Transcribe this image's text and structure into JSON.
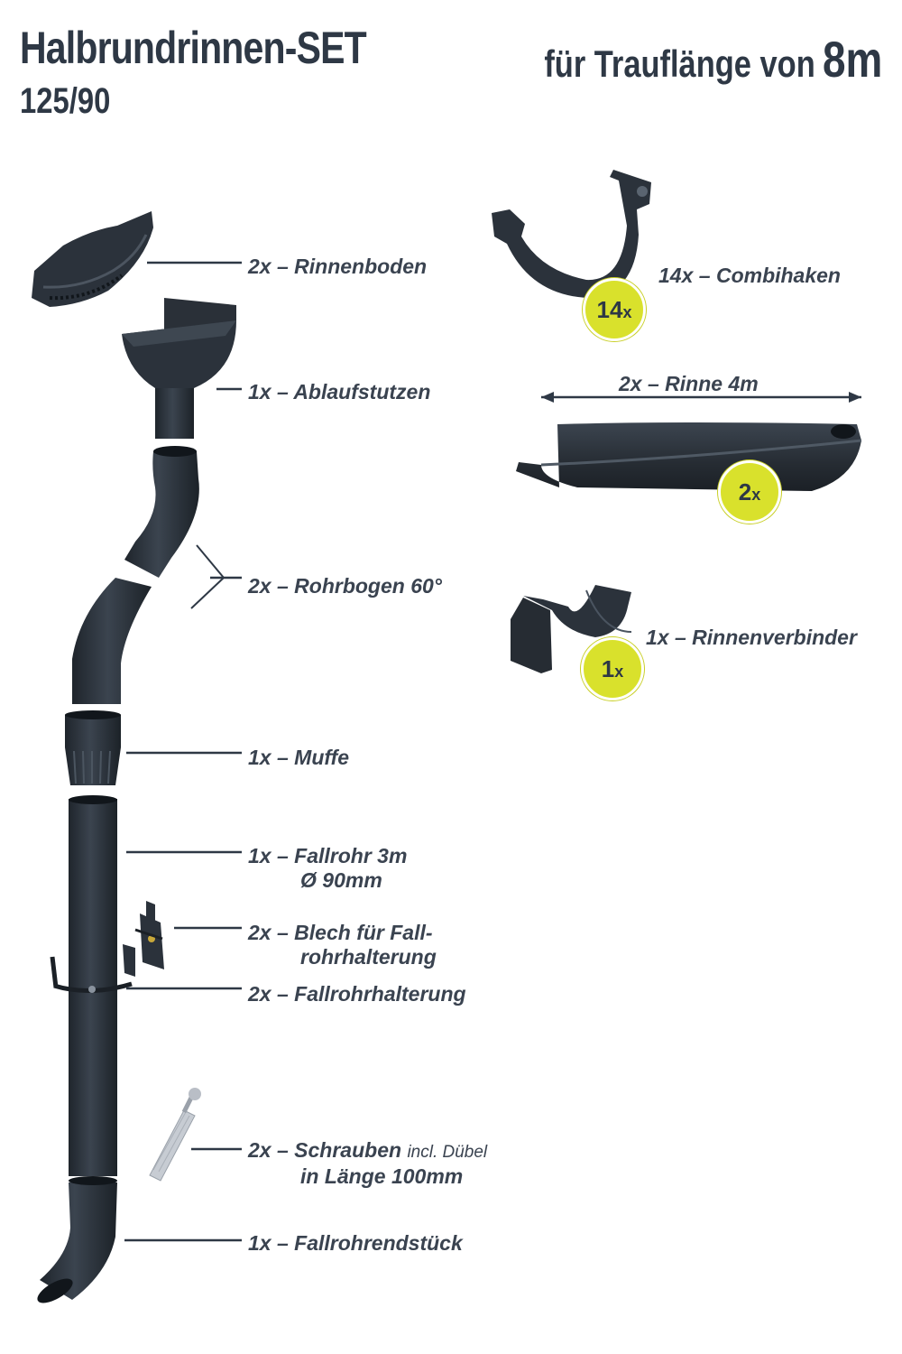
{
  "header": {
    "title": "Halbrundrinnen-SET",
    "subtitle": "125/90",
    "length_prefix": "für Traufläng​e von",
    "length_value": "8m"
  },
  "items": [
    {
      "qty": "2x",
      "name": "Rinnenboden"
    },
    {
      "qty": "1x",
      "name": "Ablaufstutzen"
    },
    {
      "qty": "2x",
      "name": "Rohrbogen 60°"
    },
    {
      "qty": "1x",
      "name": "Muffe"
    },
    {
      "qty": "1x",
      "name": "Fallrohr 3m",
      "line2": "Ø 90mm"
    },
    {
      "qty": "2x",
      "name": "Blech für Fall-",
      "line2": "rohrhalterung"
    },
    {
      "qty": "2x",
      "name": "Fallrohrhalterung"
    },
    {
      "qty": "2x",
      "name": "Schrauben",
      "note": "incl. Dübel",
      "line2": "in Länge 100mm"
    },
    {
      "qty": "1x",
      "name": "Fallrohrendstück"
    },
    {
      "qty": "14x",
      "name": "Combihaken"
    },
    {
      "qty": "2x",
      "name": "Rinne 4m"
    },
    {
      "qty": "1x",
      "name": "Rinnenverbinder"
    }
  ],
  "badges": [
    {
      "num": "14",
      "x": "x"
    },
    {
      "num": "2",
      "x": "x"
    },
    {
      "num": "1",
      "x": "x"
    }
  ],
  "colors": {
    "product": "#2b323b",
    "text": "#2e3845",
    "badge": "#d9e12c"
  }
}
